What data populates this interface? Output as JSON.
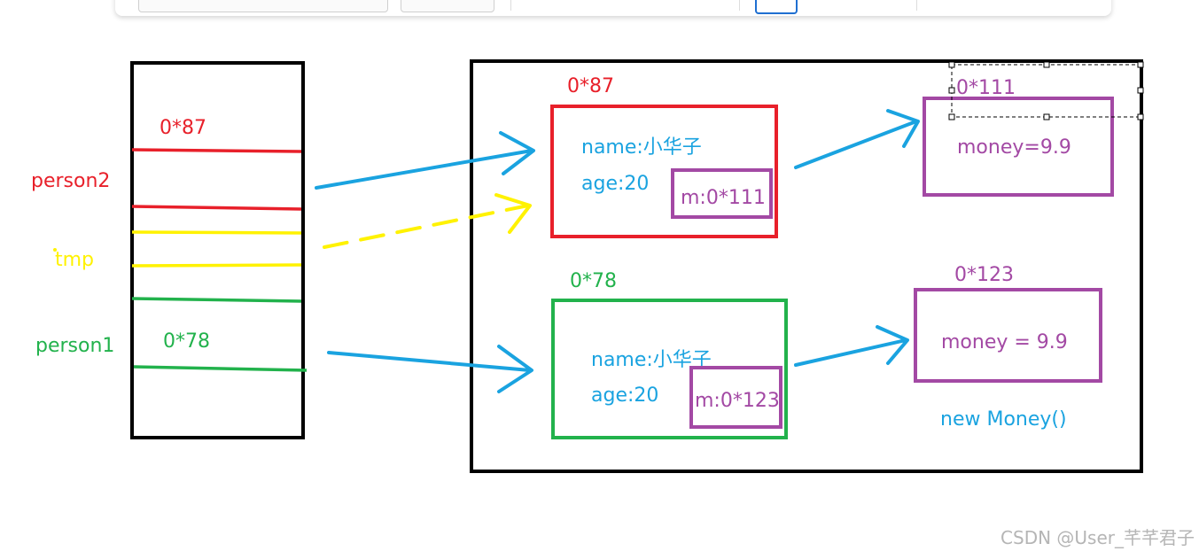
{
  "colors": {
    "red": "#e8202a",
    "green": "#22b24c",
    "yellow": "#fff200",
    "blue": "#1aa3e0",
    "purple": "#a349a4",
    "black": "#000000"
  },
  "stack": {
    "person2_label": "person2",
    "person2_addr": "0*87",
    "tmp_label": "tmp",
    "person1_label": "person1",
    "person1_addr": "0*78"
  },
  "heap": {
    "obj_top": {
      "addr": "0*87",
      "name": "name:小华子",
      "age": "age:20",
      "m": "m:0*111"
    },
    "obj_bottom": {
      "addr": "0*78",
      "name": "name:小华子",
      "age": "age:20",
      "m": "m:0*123"
    },
    "money_top": {
      "addr": "0*111",
      "value": "money=9.9"
    },
    "money_bottom": {
      "addr": "0*123",
      "value": "money = 9.9"
    },
    "new_money": "new Money()"
  },
  "watermark": "CSDN @User_芊芊君子"
}
